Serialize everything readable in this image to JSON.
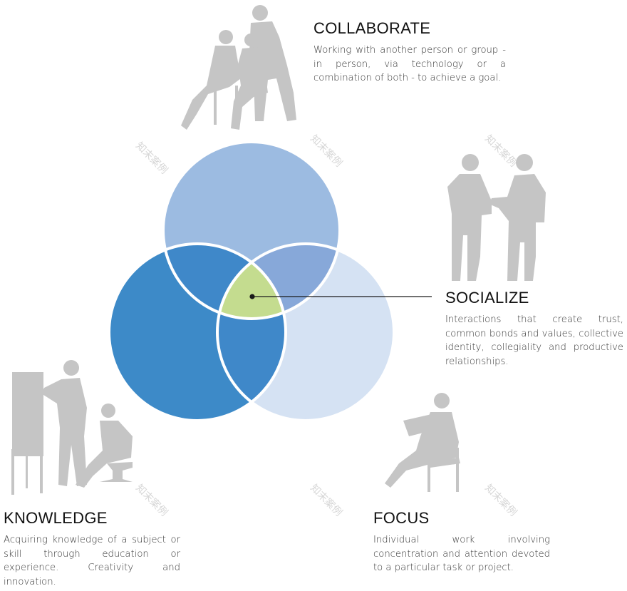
{
  "colors": {
    "collaborate_circle": "#9cbbe1",
    "knowledge_circle": "#3d8ac8",
    "focus_circle": "#d5e2f3",
    "overlap_collab_knowledge": "#3f88c9",
    "overlap_collab_focus": "#87a8d9",
    "overlap_knowledge_focus": "#3f88c9",
    "center_overlap": "#c4dc8f",
    "silhouette": "#c5c5c5"
  },
  "circles": [
    {
      "id": "collaborate",
      "label": "COLLABORATE"
    },
    {
      "id": "knowledge",
      "label": "KNOWLEDGE"
    },
    {
      "id": "focus",
      "label": "FOCUS"
    }
  ],
  "blocks": {
    "collaborate": {
      "title": "COLLABORATE",
      "text": "Working with another person or group - in person, via technology or a combination of both - to achieve a goal."
    },
    "socialize": {
      "title": "SOCIALIZE",
      "text": "Interactions that create trust, common bonds and values, collective identity, collegiality and productive relationships."
    },
    "knowledge": {
      "title": "KNOWLEDGE",
      "text": "Acquiring knowledge of a subject or skill through education or experience. Creativity and innovation."
    },
    "focus": {
      "title": "FOCUS",
      "text": "Individual work involving concentration and attention devoted to a particular task or project."
    }
  },
  "icons": [
    "collaborate-people-icon",
    "socialize-handshake-icon",
    "knowledge-presenter-icon",
    "focus-reader-icon"
  ],
  "watermark": "知末案例"
}
